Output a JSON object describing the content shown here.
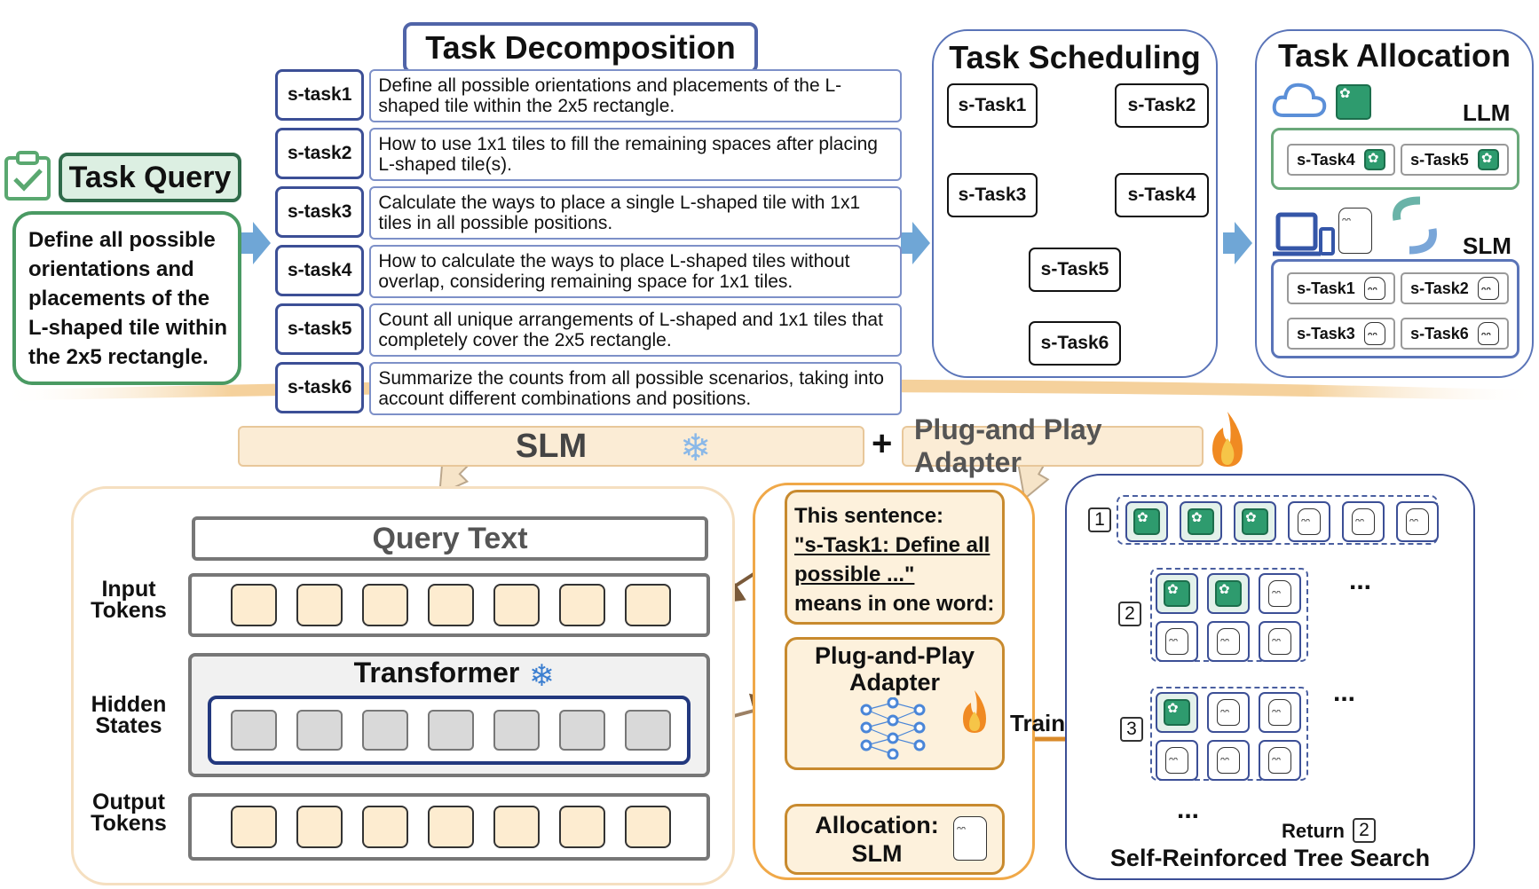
{
  "task_query": {
    "title": "Task Query",
    "text": "Define all possible orientations and placements of the L-shaped tile within the 2x5 rectangle."
  },
  "task_decomposition": {
    "title": "Task Decomposition",
    "subtasks": [
      {
        "tag": "s-task1",
        "text": "Define all possible orientations and placements of the L-shaped tile within the 2x5 rectangle."
      },
      {
        "tag": "s-task2",
        "text": "How to use 1x1 tiles to fill the remaining spaces after placing L-shaped tile(s)."
      },
      {
        "tag": "s-task3",
        "text": "Calculate the ways to place a single L-shaped tile with 1x1 tiles in all possible positions."
      },
      {
        "tag": "s-task4",
        "text": "How to calculate the ways to place L-shaped tiles without overlap, considering remaining space for 1x1 tiles."
      },
      {
        "tag": "s-task5",
        "text": "Count all unique arrangements of L-shaped and 1x1 tiles that completely cover the 2x5 rectangle."
      },
      {
        "tag": "s-task6",
        "text": "Summarize the counts from all possible scenarios, taking into account different combinations and positions."
      }
    ]
  },
  "task_scheduling": {
    "title": "Task Scheduling",
    "nodes": [
      "s-Task1",
      "s-Task2",
      "s-Task3",
      "s-Task4",
      "s-Task5",
      "s-Task6"
    ]
  },
  "task_allocation": {
    "title": "Task Allocation",
    "llm_label": "LLM",
    "slm_label": "SLM",
    "llm_tasks": [
      "s-Task4",
      "s-Task5"
    ],
    "slm_tasks": [
      "s-Task1",
      "s-Task2",
      "s-Task3",
      "s-Task6"
    ]
  },
  "bottom": {
    "slm_bar": "SLM",
    "plus": "+",
    "adapter_bar": "Plug-and Play Adapter",
    "query_text": "Query Text",
    "input_tokens": "Input Tokens",
    "hidden_states": "Hidden States",
    "output_tokens": "Output Tokens",
    "transformer": "Transformer",
    "prompt_line1": "This sentence:",
    "prompt_line2": "\"s-Task1: Define all",
    "prompt_line3": "possible ...\"",
    "prompt_line4": "means in one word:",
    "adapter_box": "Plug-and-Play Adapter",
    "allocation": "Allocation: SLM",
    "training": "Training"
  },
  "tree_search": {
    "title": "Self-Reinforced Tree Search",
    "levels": [
      "1",
      "2",
      "3"
    ],
    "ellipsis": "...",
    "return_label": "Return",
    "return_num": "2"
  },
  "colors": {
    "green": "#4a9a63",
    "blue": "#3c4f96",
    "orange": "#c88a2e",
    "gpt_green": "#2e9b6e"
  }
}
